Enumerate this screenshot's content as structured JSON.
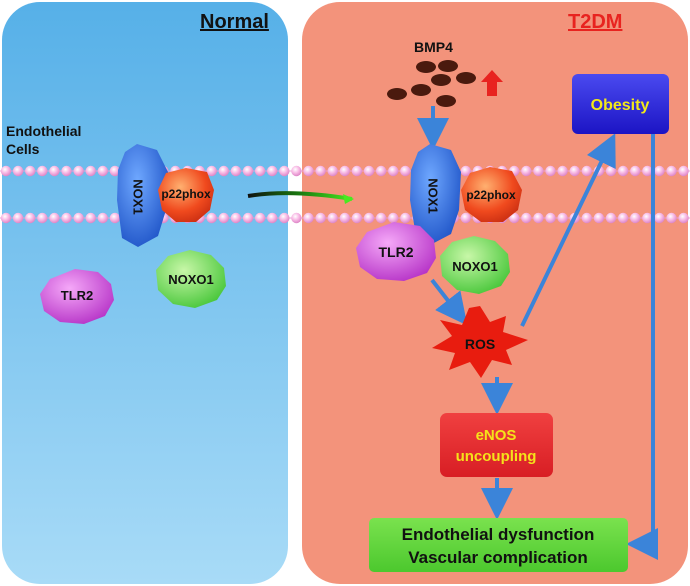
{
  "panels": {
    "left_title": "Normal",
    "right_title": "T2DM"
  },
  "membrane_label": [
    "Endothelial",
    "Cells"
  ],
  "normal": {
    "nox1": "NOX1",
    "p22phox": "p22phox",
    "noxo1": "NOXO1",
    "tlr2": "TLR2"
  },
  "t2dm": {
    "bmp4": "BMP4",
    "nox1": "NOX1",
    "p22phox": "p22phox",
    "tlr2": "TLR2",
    "noxo1": "NOXO1",
    "ros": "ROS",
    "enos": [
      "eNOS",
      "uncoupling"
    ],
    "obesity": "Obesity",
    "outcome": [
      "Endothelial dysfunction",
      "Vascular complication"
    ]
  },
  "colors": {
    "normal_panel_top": "#5bb4ea",
    "normal_panel_bottom": "#a4d8f6",
    "t2dm_panel": "#f2927a",
    "t2dm_title": "#e8231f",
    "arrow": "#3b84d9",
    "nox1": "#1e5fd6",
    "p22phox": "#e63b1e",
    "noxo1": "#4fd040",
    "tlr2": "#cc3fd6",
    "ros": "#e81c0f",
    "enos_box": "#e8252b",
    "enos_text": "#f5e21a",
    "obesity_box": "#2a20d8",
    "obesity_text": "#f2e81a",
    "outcome_box": "#5ed63a",
    "bmp4_particle": "#4a1a0e",
    "membrane_bead": "#f3a6da"
  }
}
